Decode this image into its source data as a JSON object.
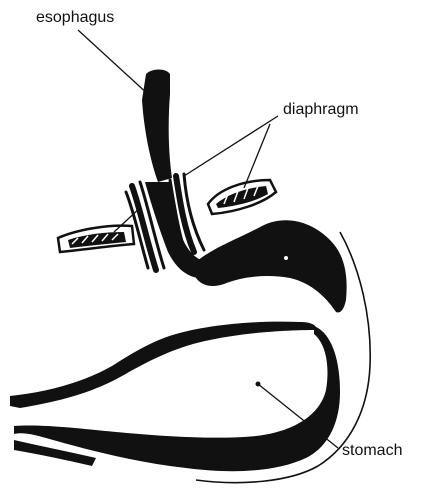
{
  "labels": {
    "esophagus": "esophagus",
    "diaphragm": "diaphragm",
    "stomach": "stomach"
  },
  "colors": {
    "ink": "#111111",
    "paper": "#ffffff"
  }
}
